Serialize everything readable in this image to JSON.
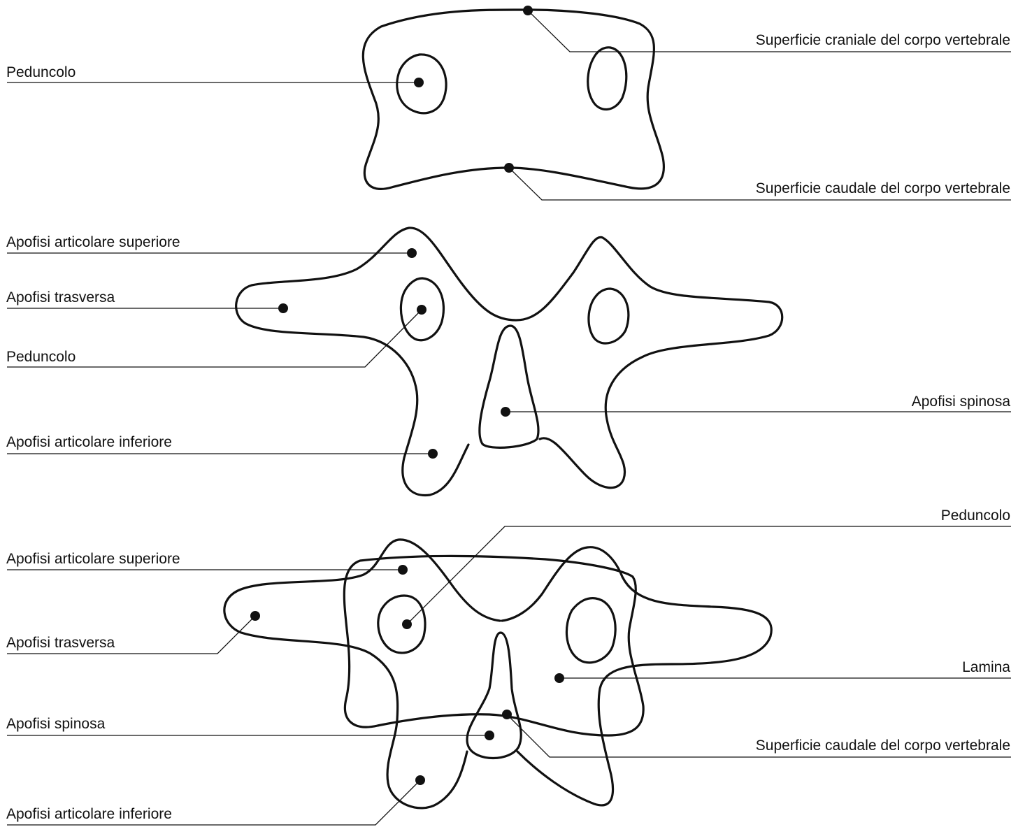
{
  "colors": {
    "ink": "#111111",
    "background": "#ffffff"
  },
  "diagram1": {
    "labels": {
      "peduncolo": "Peduncolo",
      "cranial": "Superficie craniale del corpo vertebrale",
      "caudal": "Superficie caudale del corpo vertebrale"
    }
  },
  "diagram2": {
    "labels": {
      "art_sup": "Apofisi articolare superiore",
      "trasversa": "Apofisi trasversa",
      "peduncolo": "Peduncolo",
      "art_inf": "Apofisi articolare inferiore",
      "spinosa": "Apofisi spinosa"
    }
  },
  "diagram3": {
    "labels": {
      "peduncolo": "Peduncolo",
      "art_sup": "Apofisi articolare superiore",
      "trasversa": "Apofisi trasversa",
      "lamina": "Lamina",
      "spinosa": "Apofisi spinosa",
      "caudal": "Superficie caudale del corpo vertebrale",
      "art_inf": "Apofisi articolare inferiore"
    }
  }
}
